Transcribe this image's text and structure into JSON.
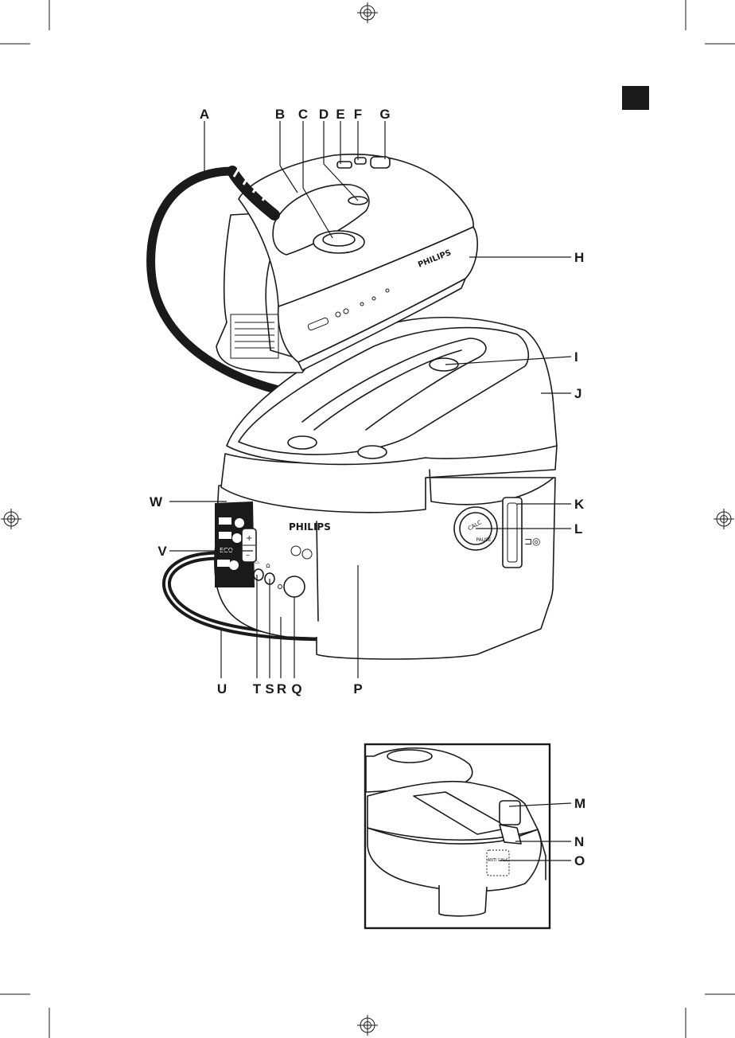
{
  "labels": {
    "A": "A",
    "B": "B",
    "C": "C",
    "D": "D",
    "E": "E",
    "F": "F",
    "G": "G",
    "H": "H",
    "I": "I",
    "J": "J",
    "K": "K",
    "L": "L",
    "M": "M",
    "N": "N",
    "O": "O",
    "P": "P",
    "Q": "Q",
    "R": "R",
    "S": "S",
    "T": "T",
    "U": "U",
    "V": "V",
    "W": "W"
  },
  "brand": {
    "iron": "PHILIPS",
    "base": "PHILIPS"
  },
  "panel": {
    "plus": "+",
    "minus": "–",
    "eco": "ECO"
  },
  "dial": {
    "calc": "CALC",
    "pause": "PAUSE"
  },
  "inset": {
    "anti_calc": "ANTI CALC"
  }
}
